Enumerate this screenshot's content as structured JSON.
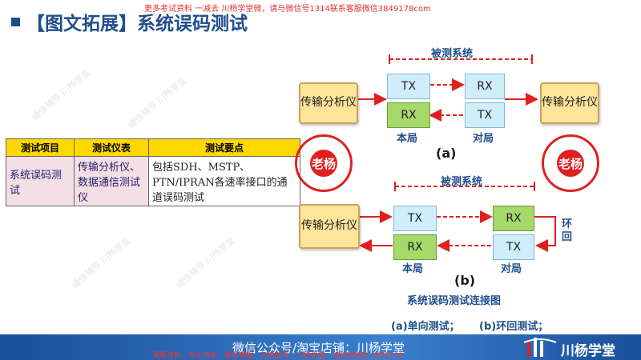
{
  "watermark_top": "更多考试资料 一减去 川杨学堂微，请与微信号1314联系客服微信3849178com",
  "title": "【图文拓展】系统误码测试",
  "table": {
    "headers": [
      "测试项目",
      "测试仪表",
      "测试要点"
    ],
    "row": {
      "item": "系统误码测试",
      "instrument": "传输分析仪、数据通信测试仪",
      "points": "包括SDH、MSTP、PTN/IPRAN各速率接口的通道误码测试"
    }
  },
  "diagram": {
    "system_under_test": "被测系统",
    "analyzer": "传输分析仪",
    "tx": "TX",
    "rx": "RX",
    "local": "本局",
    "remote": "对局",
    "label_a": "(a)",
    "label_b": "(b)",
    "loopback": "环回",
    "caption": "系统误码测试连接图",
    "subcaption_a": "(a)单向测试；",
    "subcaption_b": "(b)环回测试；"
  },
  "stamp_text": "老杨",
  "bottom": {
    "wechat": "微信公众号/淘宝店铺：川杨学堂",
    "red_note": "课程资料，央企内部，联系客服，与微信号，川杨学堂，请添加微信 3849178",
    "brand": "川杨学堂"
  },
  "colors": {
    "title_blue": "#1f4e8c",
    "arrow_red": "#e02020",
    "header_yellow": "#ffd800"
  }
}
